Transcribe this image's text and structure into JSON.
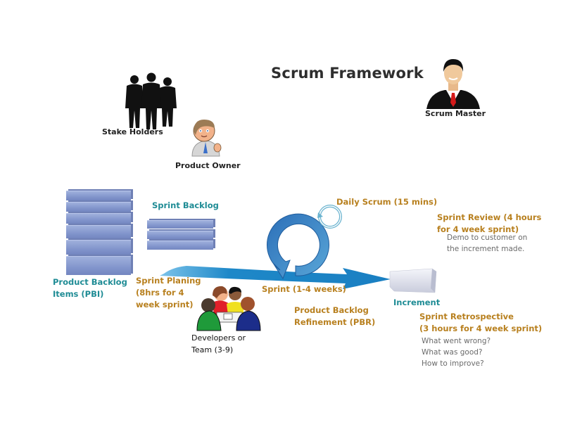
{
  "title": "Scrum Framework",
  "roles": {
    "stakeholders": "Stake Holders",
    "product_owner": "Product Owner",
    "scrum_master": "Scrum Master",
    "developers": [
      "Developers or",
      "Team (3-9)"
    ]
  },
  "artifacts": {
    "product_backlog": [
      "Product Backlog",
      "Items (PBI)"
    ],
    "sprint_backlog": "Sprint Backlog",
    "increment": "Increment"
  },
  "events": {
    "sprint_planning": [
      "Sprint Planing",
      "(8hrs for 4",
      "week sprint)"
    ],
    "daily_scrum": "Daily Scrum (15 mins)",
    "sprint": "Sprint (1-4 weeks)",
    "refinement": [
      "Product Backlog",
      "Refinement (PBR)"
    ],
    "sprint_review": [
      "Sprint Review (4 hours",
      "for 4 week sprint)"
    ],
    "sprint_review_note": [
      "Demo to customer on",
      "the increment made."
    ],
    "retrospective": [
      "Sprint Retrospective",
      "(3 hours for 4 week sprint)"
    ],
    "retrospective_notes": [
      "What went wrong?",
      "What was good?",
      "How to improve?"
    ]
  },
  "colors": {
    "teal": "#1f8c95",
    "gold": "#b8801f",
    "arrow_blue": "#1e88c8",
    "block_blue": "#8295cc"
  }
}
